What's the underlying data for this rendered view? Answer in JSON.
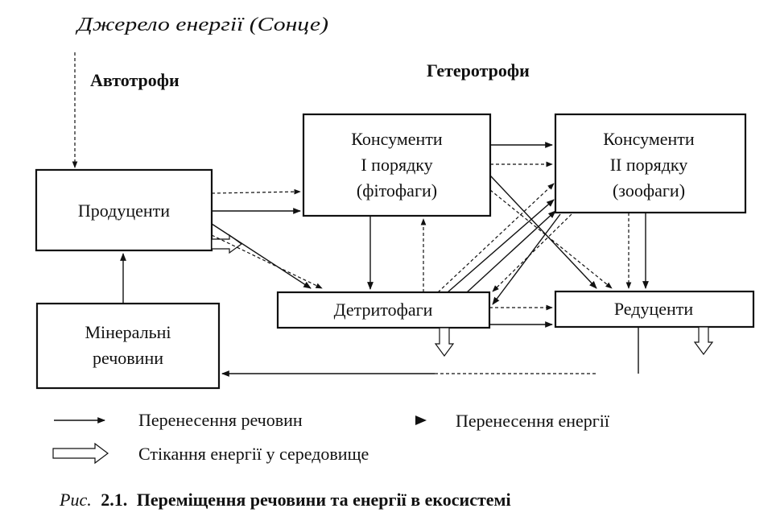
{
  "source_label": "Джерело енергії (Сонце)",
  "group_labels": {
    "autotrophs": "Автотрофи",
    "heterotrophs": "Гетеротрофи"
  },
  "boxes": {
    "producers": [
      "Продуценти"
    ],
    "minerals": [
      "Мінеральні",
      "речовини"
    ],
    "consumers1": [
      "Консументи",
      "І порядку",
      "(фітофаги)"
    ],
    "consumers2": [
      "Консументи",
      "ІІ порядку",
      "(зоофаги)"
    ],
    "detritivores": [
      "Детритофаги"
    ],
    "reducers": [
      "Редуценти"
    ]
  },
  "legend": {
    "matter": "Перенесення речовин",
    "energy": "Перенесення енергії",
    "dissipation": "Стікання енергії у середовище"
  },
  "caption": {
    "prefix": "Рис.",
    "number": "2.1.",
    "text": "Переміщення речовини та енергії в екосистемі"
  }
}
